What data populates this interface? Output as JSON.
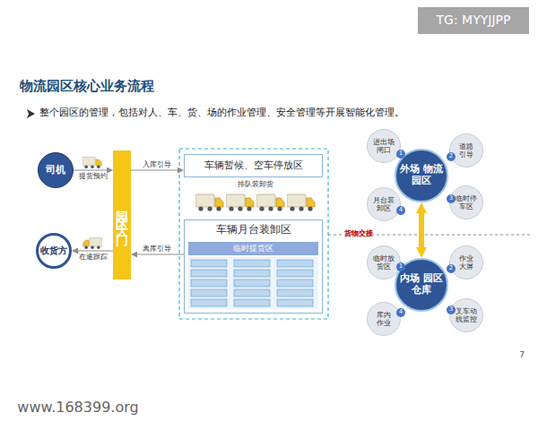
{
  "diagram": {
    "title": "物流园区核心业务流程",
    "nodes": [
      {
        "text": [
          "司机"
        ]
      },
      {
        "text": [
          "收货方"
        ]
      },
      {
        "text": [
          "园区大门"
        ]
      },
      {
        "text": [
          "车辆暂候、空车停放区"
        ]
      },
      {
        "text": [
          "车辆月台装卸区"
        ]
      },
      {
        "text": [
          "临时提货区"
        ],
        "in": 4
      },
      {
        "text": [
          "外场 物流园区"
        ]
      },
      {
        "text": [
          "进出场闸口"
        ]
      },
      {
        "text": [
          "道路引导"
        ]
      },
      {
        "text": [
          "临时停车区"
        ]
      },
      {
        "text": [
          "月台装卸区"
        ]
      },
      {
        "text": [
          "内场 园区仓库"
        ]
      },
      {
        "text": [
          "临时放货区"
        ]
      },
      {
        "text": [
          "作业大屏"
        ]
      },
      {
        "text": [
          "叉车动线监控"
        ]
      },
      {
        "text": [
          "库内作业"
        ]
      }
    ],
    "edges": [
      {
        "from": 0,
        "to": 2,
        "label": "提货预约",
        "arrow": "to"
      },
      {
        "from": 2,
        "to": 1,
        "label": "在途跟踪",
        "arrow": "to"
      },
      {
        "from": 2,
        "to": 3,
        "label": "入库引导",
        "arrow": "to"
      },
      {
        "from": 4,
        "to": 2,
        "label": "离库引导",
        "arrow": "to"
      },
      {
        "from": 6,
        "to": 11,
        "label": "货物交接",
        "arrow": "both"
      }
    ],
    "labels": [
      "TG: MYYJJPP",
      "整个园区的管理，包括对人、车、货、场的作业管理、安全管理等开展智能化管理。",
      "排队装卸货",
      "1",
      "2",
      "3",
      "4",
      "1",
      "2",
      "3",
      "4",
      "7",
      "www.168399.org"
    ]
  }
}
